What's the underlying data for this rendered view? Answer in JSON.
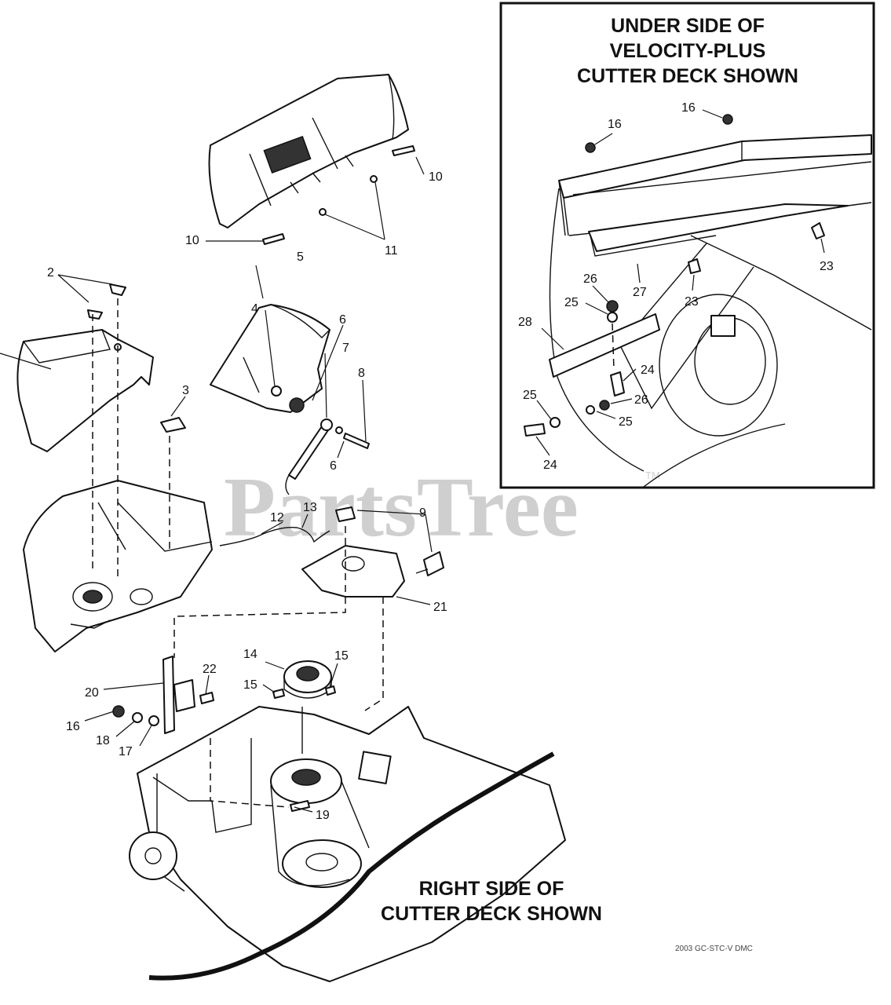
{
  "watermark": {
    "text": "PartsTree",
    "trademark": "TM"
  },
  "inset": {
    "title_lines": [
      "UNDER SIDE OF",
      "VELOCITY-PLUS",
      "CUTTER DECK SHOWN"
    ]
  },
  "main_caption_lines": [
    "RIGHT SIDE OF",
    "CUTTER DECK SHOWN"
  ],
  "drawing_code": "2003 GC-STC-V DMC",
  "callouts": {
    "c2": "2",
    "c3": "3",
    "c4": "4",
    "c5": "5",
    "c6a": "6",
    "c6b": "6",
    "c7": "7",
    "c8": "8",
    "c9": "9",
    "c10a": "10",
    "c10b": "10",
    "c11": "11",
    "c12": "12",
    "c13": "13",
    "c14": "14",
    "c15a": "15",
    "c15b": "15",
    "c16": "16",
    "c17": "17",
    "c18": "18",
    "c19": "19",
    "c20": "20",
    "c21": "21",
    "c22": "22",
    "i16a": "16",
    "i16b": "16",
    "i23a": "23",
    "i23b": "23",
    "i24a": "24",
    "i24b": "24",
    "i25a": "25",
    "i25b": "25",
    "i25c": "25",
    "i26a": "26",
    "i26b": "26",
    "i27": "27",
    "i28": "28"
  }
}
